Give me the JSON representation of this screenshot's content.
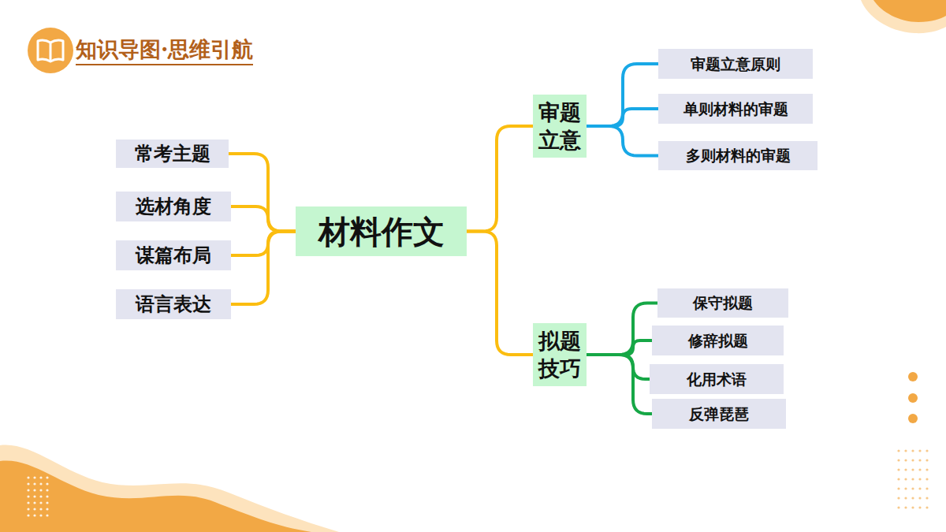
{
  "diagram": {
    "title": "知识导图·思维引航",
    "nodes": [
      {
        "text": [
          "常考主题"
        ]
      },
      {
        "text": [
          "选材角度"
        ]
      },
      {
        "text": [
          "谋篇布局"
        ]
      },
      {
        "text": [
          "语言表达"
        ]
      },
      {
        "text": [
          "材料作文"
        ]
      },
      {
        "text": [
          "审题 立意"
        ]
      },
      {
        "text": [
          "审题立意原则"
        ]
      },
      {
        "text": [
          "单则材料的审题"
        ]
      },
      {
        "text": [
          "多则材料的审题"
        ]
      },
      {
        "text": [
          "拟题 技巧"
        ]
      },
      {
        "text": [
          "保守拟题"
        ]
      },
      {
        "text": [
          "修辞拟题"
        ]
      },
      {
        "text": [
          "化用术语"
        ]
      },
      {
        "text": [
          "反弹琵琶"
        ]
      }
    ],
    "edges": [
      {
        "from": 4,
        "to": 0,
        "arrow": "none"
      },
      {
        "from": 4,
        "to": 1,
        "arrow": "none"
      },
      {
        "from": 4,
        "to": 2,
        "arrow": "none"
      },
      {
        "from": 4,
        "to": 3,
        "arrow": "none"
      },
      {
        "from": 4,
        "to": 5,
        "arrow": "none"
      },
      {
        "from": 4,
        "to": 9,
        "arrow": "none"
      },
      {
        "from": 5,
        "to": 6,
        "arrow": "none"
      },
      {
        "from": 5,
        "to": 7,
        "arrow": "none"
      },
      {
        "from": 5,
        "to": 8,
        "arrow": "none"
      },
      {
        "from": 9,
        "to": 10,
        "arrow": "none"
      },
      {
        "from": 9,
        "to": 11,
        "arrow": "none"
      },
      {
        "from": 9,
        "to": 12,
        "arrow": "none"
      },
      {
        "from": 9,
        "to": 13,
        "arrow": "none"
      }
    ]
  }
}
